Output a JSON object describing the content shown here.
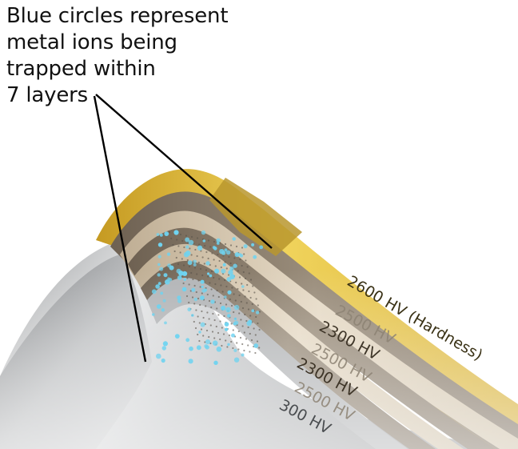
{
  "caption": {
    "lines": [
      "Blue circles represent",
      "metal ions being",
      "trapped within",
      "7 layers"
    ]
  },
  "layers": [
    {
      "label": "2600 HV (Hardness)",
      "color": "#d9b640"
    },
    {
      "label": "2500 HV",
      "color": "#8b7e6c"
    },
    {
      "label": "2300 HV",
      "color": "#d7c9b2"
    },
    {
      "label": "2500 HV",
      "color": "#8b7e6c"
    },
    {
      "label": "2300 HV",
      "color": "#d7c9b2"
    },
    {
      "label": "2500 HV",
      "color": "#8b7e6c"
    },
    {
      "label": "300 HV",
      "color": "#b5b7b9"
    }
  ],
  "colors": {
    "ion": "#6fd3f0",
    "pointer": "#000000",
    "substrate": "#c9cbcd"
  }
}
